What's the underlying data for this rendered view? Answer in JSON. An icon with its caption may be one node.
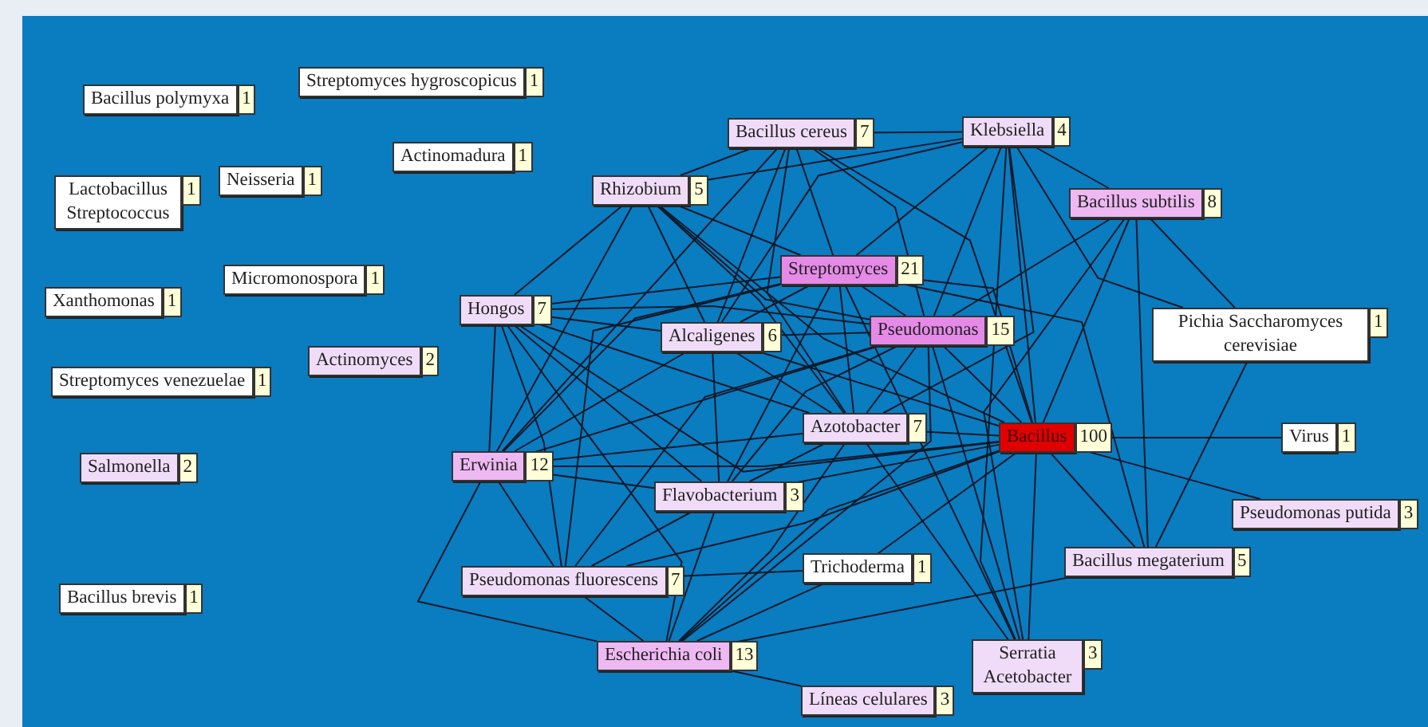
{
  "diagram": {
    "nodes": [
      {
        "text": [
          "Bacillus polymyxa"
        ],
        "beside": [
          "1"
        ]
      },
      {
        "text": [
          "Streptomyces hygroscopicus"
        ],
        "beside": [
          "1"
        ]
      },
      {
        "text": [
          "Actinomadura"
        ],
        "beside": [
          "1"
        ]
      },
      {
        "text": [
          "Lactobacillus Streptococcus"
        ],
        "beside": [
          "1"
        ]
      },
      {
        "text": [
          "Neisseria"
        ],
        "beside": [
          "1"
        ]
      },
      {
        "text": [
          "Micromonospora"
        ],
        "beside": [
          "1"
        ]
      },
      {
        "text": [
          "Xanthomonas"
        ],
        "beside": [
          "1"
        ]
      },
      {
        "text": [
          "Actinomyces"
        ],
        "beside": [
          "2"
        ]
      },
      {
        "text": [
          "Streptomyces venezuelae"
        ],
        "beside": [
          "1"
        ]
      },
      {
        "text": [
          "Salmonella"
        ],
        "beside": [
          "2"
        ]
      },
      {
        "text": [
          "Bacillus brevis"
        ],
        "beside": [
          "1"
        ]
      },
      {
        "text": [
          "Bacillus cereus"
        ],
        "beside": [
          "7"
        ]
      },
      {
        "text": [
          "Klebsiella"
        ],
        "beside": [
          "4"
        ]
      },
      {
        "text": [
          "Rhizobium"
        ],
        "beside": [
          "5"
        ]
      },
      {
        "text": [
          "Bacillus subtilis"
        ],
        "beside": [
          "8"
        ]
      },
      {
        "text": [
          "Streptomyces"
        ],
        "beside": [
          "21"
        ]
      },
      {
        "text": [
          "Hongos"
        ],
        "beside": [
          "7"
        ]
      },
      {
        "text": [
          "Pichia Saccharomyces cerevisiae"
        ],
        "beside": [
          "1"
        ]
      },
      {
        "text": [
          "Alcaligenes"
        ],
        "beside": [
          "6"
        ]
      },
      {
        "text": [
          "Pseudomonas"
        ],
        "beside": [
          "15"
        ]
      },
      {
        "text": [
          "Azotobacter"
        ],
        "beside": [
          "7"
        ]
      },
      {
        "text": [
          "Bacillus"
        ],
        "beside": [
          "100"
        ]
      },
      {
        "text": [
          "Virus"
        ],
        "beside": [
          "1"
        ]
      },
      {
        "text": [
          "Erwinia"
        ],
        "beside": [
          "12"
        ]
      },
      {
        "text": [
          "Flavobacterium"
        ],
        "beside": [
          "3"
        ]
      },
      {
        "text": [
          "Pseudomonas putida"
        ],
        "beside": [
          "3"
        ]
      },
      {
        "text": [
          "Bacillus megaterium"
        ],
        "beside": [
          "5"
        ]
      },
      {
        "text": [
          "Pseudomonas fluorescens"
        ],
        "beside": [
          "7"
        ]
      },
      {
        "text": [
          "Trichoderma"
        ],
        "beside": [
          "1"
        ]
      },
      {
        "text": [
          "Escherichia coli"
        ],
        "beside": [
          "13"
        ]
      },
      {
        "text": [
          "Serratia Acetobacter"
        ],
        "beside": [
          "3"
        ]
      },
      {
        "text": [
          "Líneas celulares"
        ],
        "beside": [
          "3"
        ]
      }
    ],
    "edges": [
      {
        "from": 21,
        "to": 11,
        "arrow": "none"
      },
      {
        "from": 21,
        "to": 12,
        "arrow": "none"
      },
      {
        "from": 21,
        "to": 13,
        "arrow": "none"
      },
      {
        "from": 21,
        "to": 14,
        "arrow": "none"
      },
      {
        "from": 21,
        "to": 15,
        "arrow": "none"
      },
      {
        "from": 21,
        "to": 16,
        "arrow": "none"
      },
      {
        "from": 21,
        "to": 18,
        "arrow": "none"
      },
      {
        "from": 21,
        "to": 19,
        "arrow": "none"
      },
      {
        "from": 21,
        "to": 20,
        "arrow": "none"
      },
      {
        "from": 21,
        "to": 22,
        "arrow": "none"
      },
      {
        "from": 21,
        "to": 23,
        "arrow": "none"
      },
      {
        "from": 21,
        "to": 24,
        "arrow": "none"
      },
      {
        "from": 21,
        "to": 25,
        "arrow": "none"
      },
      {
        "from": 21,
        "to": 26,
        "arrow": "none"
      },
      {
        "from": 21,
        "to": 27,
        "arrow": "none"
      },
      {
        "from": 21,
        "to": 28,
        "arrow": "none"
      },
      {
        "from": 21,
        "to": 29,
        "arrow": "none"
      },
      {
        "from": 21,
        "to": 30,
        "arrow": "none"
      },
      {
        "from": 15,
        "to": 11,
        "arrow": "none"
      },
      {
        "from": 15,
        "to": 12,
        "arrow": "none"
      },
      {
        "from": 15,
        "to": 13,
        "arrow": "none"
      },
      {
        "from": 15,
        "to": 16,
        "arrow": "none"
      },
      {
        "from": 15,
        "to": 18,
        "arrow": "none"
      },
      {
        "from": 15,
        "to": 19,
        "arrow": "none"
      },
      {
        "from": 15,
        "to": 20,
        "arrow": "none"
      },
      {
        "from": 15,
        "to": 23,
        "arrow": "none"
      },
      {
        "from": 15,
        "to": 24,
        "arrow": "none"
      },
      {
        "from": 15,
        "to": 26,
        "arrow": "none"
      },
      {
        "from": 15,
        "to": 27,
        "arrow": "none"
      },
      {
        "from": 15,
        "to": 30,
        "arrow": "none"
      },
      {
        "from": 19,
        "to": 11,
        "arrow": "none"
      },
      {
        "from": 19,
        "to": 12,
        "arrow": "none"
      },
      {
        "from": 19,
        "to": 13,
        "arrow": "none"
      },
      {
        "from": 19,
        "to": 14,
        "arrow": "none"
      },
      {
        "from": 19,
        "to": 16,
        "arrow": "none"
      },
      {
        "from": 19,
        "to": 18,
        "arrow": "none"
      },
      {
        "from": 19,
        "to": 20,
        "arrow": "none"
      },
      {
        "from": 19,
        "to": 23,
        "arrow": "none"
      },
      {
        "from": 19,
        "to": 24,
        "arrow": "none"
      },
      {
        "from": 19,
        "to": 27,
        "arrow": "none"
      },
      {
        "from": 19,
        "to": 29,
        "arrow": "none"
      },
      {
        "from": 19,
        "to": 30,
        "arrow": "none"
      },
      {
        "from": 23,
        "to": 13,
        "arrow": "none"
      },
      {
        "from": 23,
        "to": 16,
        "arrow": "none"
      },
      {
        "from": 23,
        "to": 18,
        "arrow": "none"
      },
      {
        "from": 23,
        "to": 20,
        "arrow": "none"
      },
      {
        "from": 23,
        "to": 24,
        "arrow": "none"
      },
      {
        "from": 23,
        "to": 27,
        "arrow": "none"
      },
      {
        "from": 23,
        "to": 29,
        "arrow": "none"
      },
      {
        "from": 23,
        "to": 11,
        "arrow": "none"
      },
      {
        "from": 29,
        "to": 31,
        "arrow": "none"
      },
      {
        "from": 29,
        "to": 24,
        "arrow": "none"
      },
      {
        "from": 29,
        "to": 26,
        "arrow": "none"
      },
      {
        "from": 29,
        "to": 27,
        "arrow": "none"
      },
      {
        "from": 29,
        "to": 20,
        "arrow": "none"
      },
      {
        "from": 29,
        "to": 16,
        "arrow": "none"
      },
      {
        "from": 29,
        "to": 28,
        "arrow": "none"
      },
      {
        "from": 11,
        "to": 12,
        "arrow": "none"
      },
      {
        "from": 11,
        "to": 13,
        "arrow": "none"
      },
      {
        "from": 11,
        "to": 18,
        "arrow": "none"
      },
      {
        "from": 11,
        "to": 20,
        "arrow": "none"
      },
      {
        "from": 12,
        "to": 14,
        "arrow": "none"
      },
      {
        "from": 12,
        "to": 17,
        "arrow": "none"
      },
      {
        "from": 12,
        "to": 13,
        "arrow": "none"
      },
      {
        "from": 12,
        "to": 18,
        "arrow": "none"
      },
      {
        "from": 12,
        "to": 20,
        "arrow": "none"
      },
      {
        "from": 12,
        "to": 30,
        "arrow": "none"
      },
      {
        "from": 14,
        "to": 26,
        "arrow": "none"
      },
      {
        "from": 14,
        "to": 30,
        "arrow": "none"
      },
      {
        "from": 14,
        "to": 17,
        "arrow": "none"
      },
      {
        "from": 17,
        "to": 26,
        "arrow": "none"
      },
      {
        "from": 16,
        "to": 13,
        "arrow": "none"
      },
      {
        "from": 16,
        "to": 18,
        "arrow": "none"
      },
      {
        "from": 16,
        "to": 20,
        "arrow": "none"
      },
      {
        "from": 16,
        "to": 24,
        "arrow": "none"
      },
      {
        "from": 16,
        "to": 27,
        "arrow": "none"
      },
      {
        "from": 18,
        "to": 13,
        "arrow": "none"
      },
      {
        "from": 18,
        "to": 20,
        "arrow": "none"
      },
      {
        "from": 18,
        "to": 24,
        "arrow": "none"
      },
      {
        "from": 13,
        "to": 20,
        "arrow": "none"
      },
      {
        "from": 27,
        "to": 28,
        "arrow": "none"
      },
      {
        "from": 27,
        "to": 24,
        "arrow": "none"
      },
      {
        "from": 20,
        "to": 24,
        "arrow": "none"
      },
      {
        "from": 20,
        "to": 30,
        "arrow": "none"
      }
    ]
  }
}
